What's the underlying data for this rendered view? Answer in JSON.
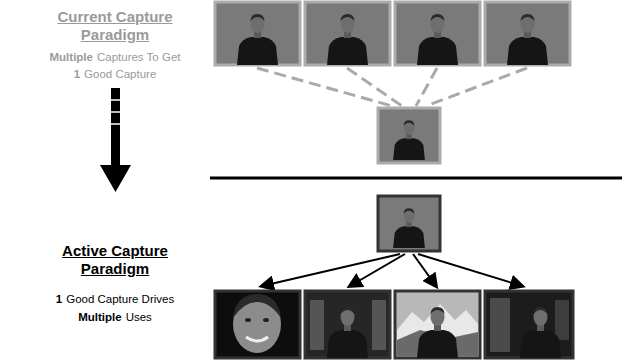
{
  "diagram": {
    "labels": [
      "Current Capture Paradigm",
      "Multiple",
      "Captures To Get",
      "1",
      "Good Capture",
      "Active Capture Paradigm",
      "1",
      "Good Capture Drives",
      "Multiple",
      "Uses"
    ]
  }
}
